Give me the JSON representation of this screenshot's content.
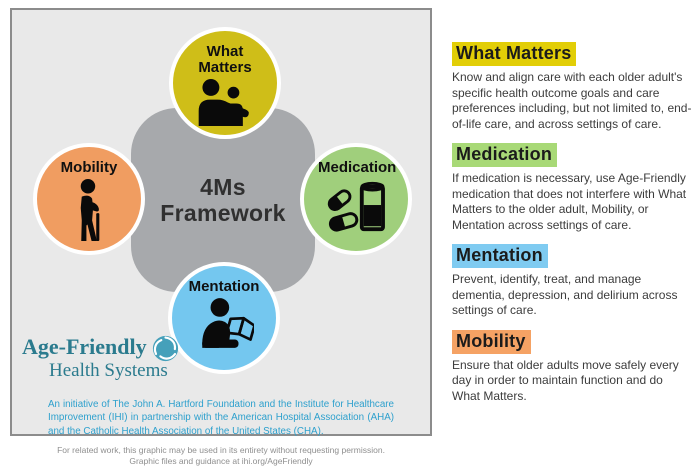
{
  "board": {
    "center": {
      "title_line1": "4Ms",
      "title_line2": "Framework"
    },
    "circles": [
      {
        "label": "What Matters",
        "icon": "people-embrace-icon"
      },
      {
        "label": "Mobility",
        "icon": "walking-person-icon"
      },
      {
        "label": "Medication",
        "icon": "pills-and-bottle-icon"
      },
      {
        "label": "Mentation",
        "icon": "person-reading-icon"
      }
    ],
    "logo": {
      "line1": "Age-Friendly",
      "line2": "Health Systems",
      "icon": "swirl-logo-icon"
    },
    "initiative_text": "An initiative of The John A. Hartford Foundation and the Institute for Healthcare Improvement (IHI) in partnership with the American Hospital Association (AHA) and the Catholic Health Association of the United States (CHA)."
  },
  "sections": [
    {
      "title": "What Matters",
      "body": "Know and align care with each older adult's specific health outcome goals and care preferences including, but not limited to, end-of-life care, and across settings of care."
    },
    {
      "title": "Medication",
      "body": "If medication is necessary, use Age-Friendly medication that does not interfere with What Matters to the older adult, Mobility, or Mentation across settings of care."
    },
    {
      "title": "Mentation",
      "body": "Prevent, identify, treat, and manage dementia, depression, and delirium across settings of care."
    },
    {
      "title": "Mobility",
      "body": "Ensure that older adults move safely every day in order to maintain function and do What Matters."
    }
  ],
  "footer": {
    "line1": "For related work, this graphic may be used in its entirety without requesting permission.",
    "line2": "Graphic files and guidance at ihi.org/AgeFriendly"
  },
  "colors": {
    "what_matters": "#cfbe18",
    "mobility": "#f09d61",
    "medication": "#a0cf7c",
    "mentation": "#74c7ef",
    "center_gray": "#a7a9ac",
    "highlight_what_matters": "#e2ce07",
    "highlight_medication": "#a8d977",
    "highlight_mentation": "#7fcbf1",
    "highlight_mobility": "#f5a264",
    "logo_teal": "#2b7b8e",
    "logo_swirl": "#45a0ba",
    "initiative_blue": "#2da0cd"
  }
}
